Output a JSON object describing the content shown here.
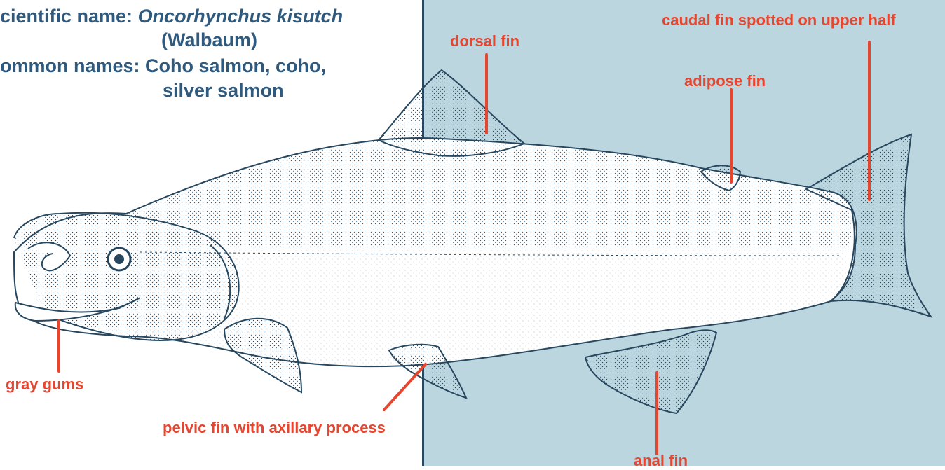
{
  "header": {
    "scientific_prefix": "cientific name: ",
    "scientific_name": "Oncorhynchus kisutch",
    "author": "(Walbaum)",
    "common_prefix": "ommon names: ",
    "common_names_line1": "Coho salmon, coho,",
    "common_names_line2": "silver salmon"
  },
  "labels": {
    "dorsal_fin": "dorsal fin",
    "caudal_fin": "caudal fin spotted on upper half",
    "adipose_fin": "adipose fin",
    "gray_gums": "gray gums",
    "pelvic_fin": "pelvic fin with axillary process",
    "anal_fin": "anal fin"
  },
  "colors": {
    "title_text": "#2f5a7d",
    "label_text": "#e8452f",
    "right_panel_background": "#bcd6df",
    "fish_outline": "#27475f"
  },
  "icons": {
    "fish_illustration": "coho-salmon-illustration"
  }
}
